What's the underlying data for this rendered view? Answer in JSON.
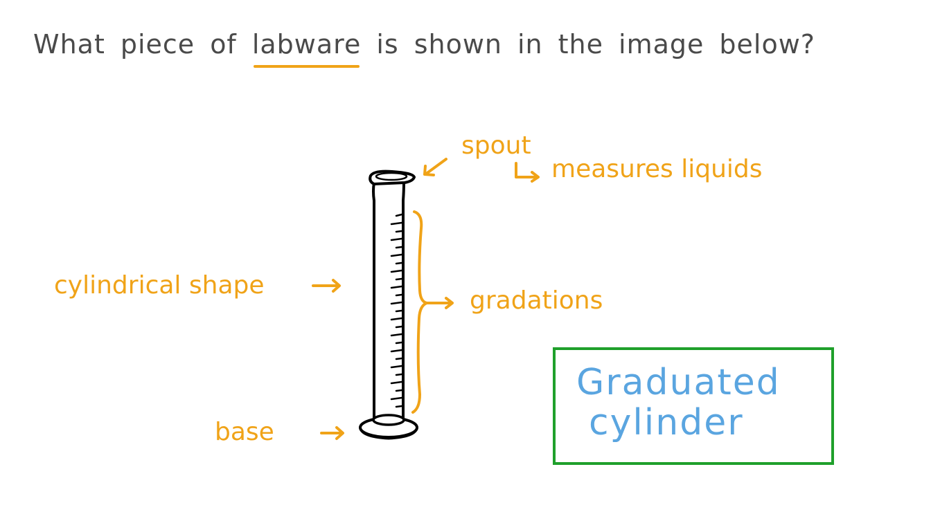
{
  "question": {
    "words_before": [
      "What",
      "piece",
      "of"
    ],
    "highlighted_word": "labware",
    "words_after": [
      "is",
      "shown",
      "in",
      "the",
      "image",
      "below?"
    ],
    "text_color": "#4a4a4a",
    "highlight_color": "#f0a318"
  },
  "diagram": {
    "subject": "graduated-cylinder-illustration",
    "stroke_color": "#000000",
    "gradation_count": 20
  },
  "annotations": {
    "color": "#f0a318",
    "spout": "spout",
    "measures": "measures liquids",
    "cylindrical": "cylindrical shape",
    "gradations": "gradations",
    "base": "base",
    "arrow_glyph": "→",
    "hook_arrow_glyph": "↳"
  },
  "answer": {
    "line1": "Graduated",
    "line2": "cylinder",
    "text_color": "#5aa5e0",
    "border_color": "#1fa02b"
  }
}
